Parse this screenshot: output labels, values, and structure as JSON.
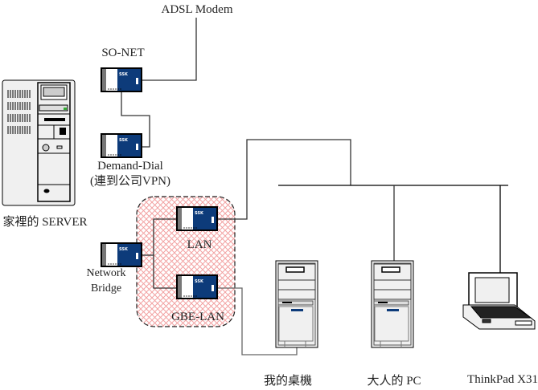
{
  "labels": {
    "adsl_modem": "ADSL Modem",
    "so_net": "SO-NET",
    "demand_dial_line1": "Demand-Dial",
    "demand_dial_line2": "(連到公司VPN)",
    "home_server": "家裡的 SERVER",
    "lan": "LAN",
    "gbe_lan": "GBE-LAN",
    "network_bridge_line1": "Network",
    "network_bridge_line2": "Bridge",
    "my_desktop": "我的桌機",
    "parents_pc": "大人的 PC",
    "thinkpad": "ThinkPad X31"
  },
  "card_text": "SSK",
  "colors": {
    "card_blue": "#0d3b7a",
    "bridge_group_fill": "#f4a0a0",
    "line": "#333333"
  }
}
